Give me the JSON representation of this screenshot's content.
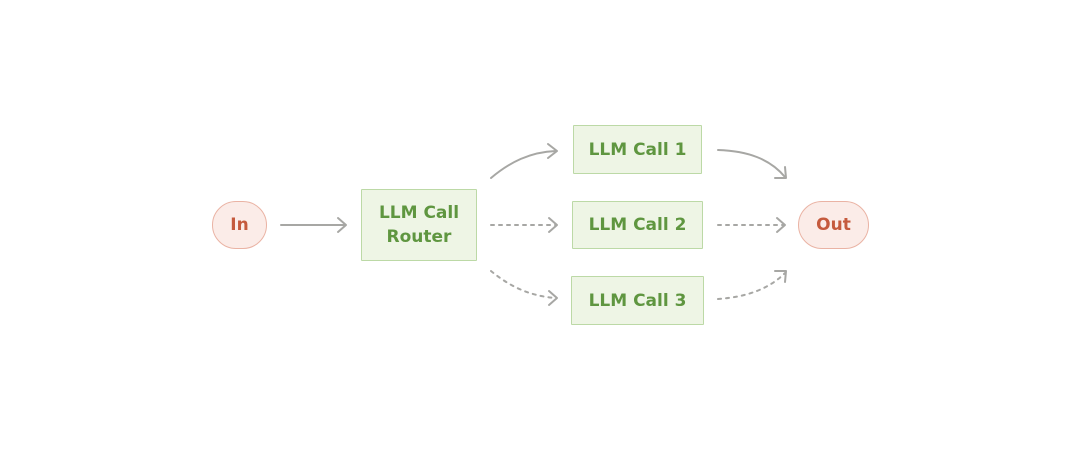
{
  "colors": {
    "terminal_fill": "#fbece8",
    "terminal_border": "#eab3a4",
    "terminal_text": "#c55a3d",
    "llm_fill": "#eef5e5",
    "llm_border": "#bcd9a6",
    "llm_text": "#5f9640",
    "arrow": "#a7a7a4"
  },
  "nodes": {
    "input": {
      "label": "In"
    },
    "router": {
      "label": "LLM Call\nRouter"
    },
    "call_1": {
      "label": "LLM Call 1"
    },
    "call_2": {
      "label": "LLM Call 2"
    },
    "call_3": {
      "label": "LLM Call 3"
    },
    "output": {
      "label": "Out"
    }
  },
  "edges": [
    {
      "from": "input",
      "to": "router",
      "style": "solid"
    },
    {
      "from": "router",
      "to": "call_1",
      "style": "solid"
    },
    {
      "from": "router",
      "to": "call_2",
      "style": "dotted"
    },
    {
      "from": "router",
      "to": "call_3",
      "style": "dotted"
    },
    {
      "from": "call_1",
      "to": "output",
      "style": "solid"
    },
    {
      "from": "call_2",
      "to": "output",
      "style": "dotted"
    },
    {
      "from": "call_3",
      "to": "output",
      "style": "dotted"
    }
  ]
}
